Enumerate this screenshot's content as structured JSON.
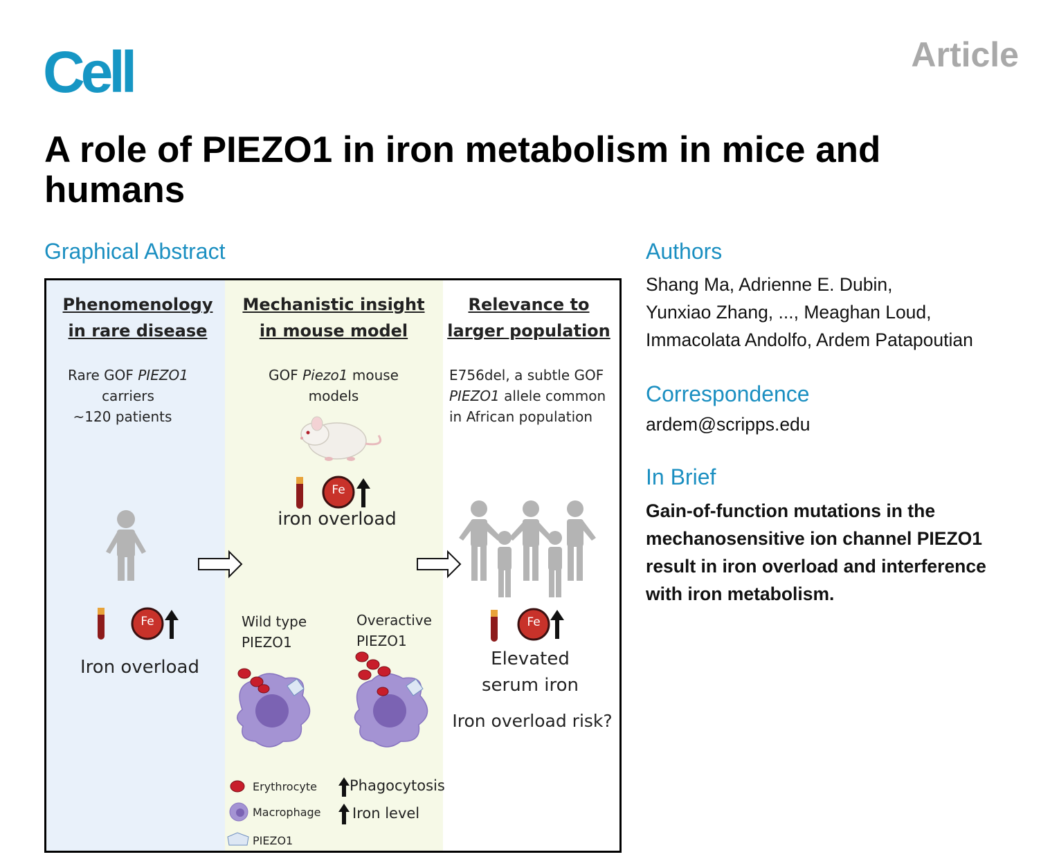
{
  "journal": {
    "logo": "Cell",
    "article_type": "Article"
  },
  "title": "A role of PIEZO1 in iron metabolism in mice and humans",
  "graphical_abstract": {
    "heading": "Graphical Abstract",
    "col1": {
      "header1": "Phenomenology",
      "header2": "in rare disease",
      "desc1_a": "Rare GOF ",
      "desc1_b": "PIEZO1",
      "desc2": "carriers",
      "desc3": "~120 patients",
      "fe": "Fe",
      "result": "Iron overload"
    },
    "col2": {
      "header1": "Mechanistic insight",
      "header2": "in mouse model",
      "desc1_a": "GOF ",
      "desc1_b": "Piezo1",
      "desc1_c": " mouse",
      "desc2": "models",
      "fe": "Fe",
      "result": "iron overload",
      "wild1": "Wild type",
      "wild2": "PIEZO1",
      "over1": "Overactive",
      "over2": "PIEZO1"
    },
    "col3": {
      "header1": "Relevance to",
      "header2": "larger population",
      "desc1": "E756del, a subtle GOF",
      "desc2_a": "PIEZO1",
      "desc2_b": " allele common",
      "desc3": "in African population",
      "fe": "Fe",
      "result1": "Elevated",
      "result2": "serum iron",
      "question": "Iron overload risk?"
    },
    "legend": {
      "erythrocyte": "Erythrocyte",
      "macrophage": "Macrophage",
      "piezo1": "PIEZO1",
      "phagocytosis": "Phagocytosis",
      "iron_level": "Iron level"
    }
  },
  "authors": {
    "heading": "Authors",
    "line1": "Shang Ma, Adrienne E. Dubin,",
    "line2": "Yunxiao Zhang, ..., Meaghan Loud,",
    "line3": "Immacolata Andolfo, Ardem Patapoutian"
  },
  "correspondence": {
    "heading": "Correspondence",
    "email": "ardem@scripps.edu"
  },
  "in_brief": {
    "heading": "In Brief",
    "line1": "Gain-of-function mutations in the",
    "line2": "mechanosensitive ion channel PIEZO1",
    "line3": "result in iron overload and interference",
    "line4": "with iron metabolism."
  },
  "colors": {
    "accent": "#1b8fc1",
    "logo": "#1696c4",
    "fe_red": "#c8322a",
    "macrophage": "#9b87cc"
  }
}
